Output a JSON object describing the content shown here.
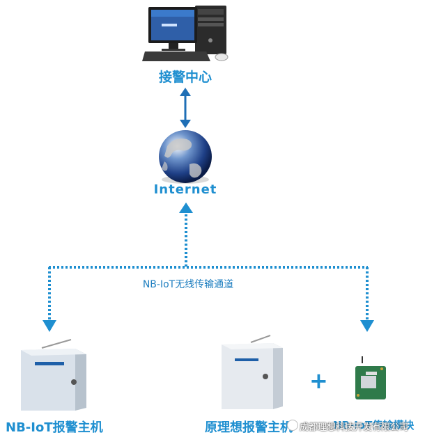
{
  "labels": {
    "center": "接警中心",
    "internet": "Internet",
    "channel": "NB-IoT无线传输通道",
    "host_left": "NB-IoT报警主机",
    "host_right": "原理想报警主机",
    "plus": "+",
    "module": "NB-IoT传输模块",
    "watermark": "成都理想科技开发有限公司"
  },
  "colors": {
    "accent": "#1f8fd0",
    "arrow_dark": "#1f6fb6"
  }
}
